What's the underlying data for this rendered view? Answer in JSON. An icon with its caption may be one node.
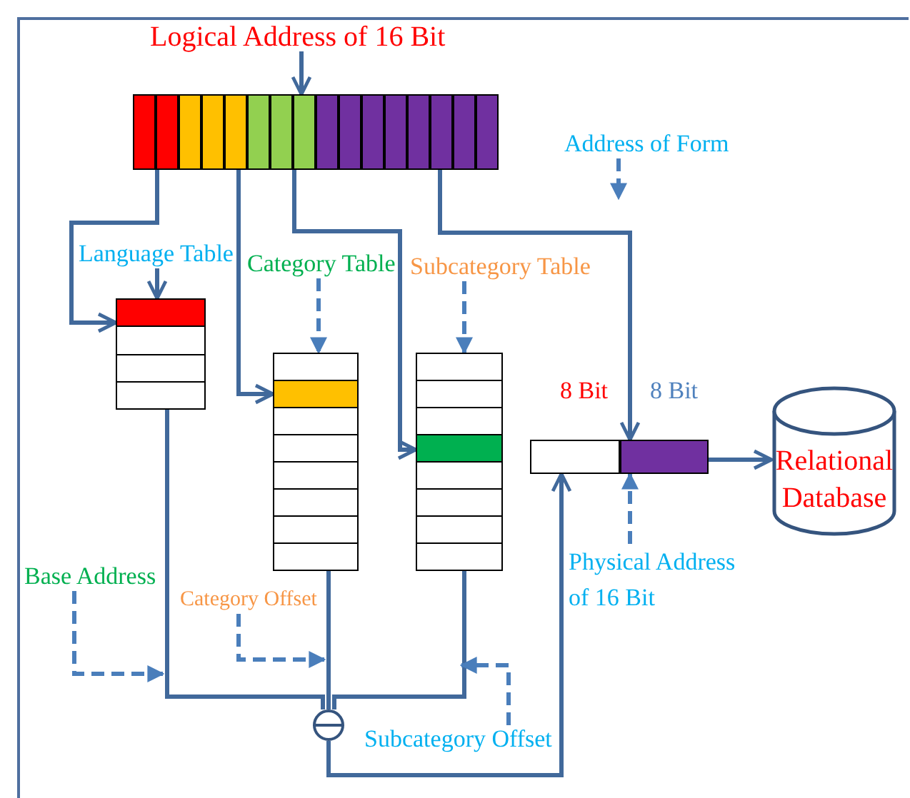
{
  "diagram": {
    "nodes": [
      {
        "text": [
          "Logical Address of 16 Bit"
        ]
      },
      {
        "text": [],
        "shape": "bar"
      },
      {
        "text": [
          "Language Table"
        ]
      },
      {
        "text": [],
        "shape": "box"
      },
      {
        "text": [
          "Category Table"
        ]
      },
      {
        "text": [],
        "shape": "box"
      },
      {
        "text": [
          "Subcategory Table"
        ]
      },
      {
        "text": [],
        "shape": "box"
      },
      {
        "text": [
          "Address of Form"
        ]
      },
      {
        "text": [],
        "shape": "bar",
        "beside": [
          "8 Bit",
          "8 Bit"
        ]
      },
      {
        "text": [
          "Relational Database"
        ]
      },
      {
        "text": [
          "Physical Address of 16 Bit"
        ]
      },
      {
        "text": [
          "Base Address"
        ]
      },
      {
        "text": [
          "Category Offset"
        ]
      },
      {
        "text": [
          "Subcategory Offset"
        ]
      },
      {
        "text": [],
        "shape": "circle"
      }
    ],
    "edges": [
      {
        "from": 0,
        "to": 1,
        "arrow": "to"
      },
      {
        "from": 1,
        "to": 3,
        "arrow": "to"
      },
      {
        "from": 1,
        "to": 5,
        "arrow": "to"
      },
      {
        "from": 1,
        "to": 7,
        "arrow": "to"
      },
      {
        "from": 1,
        "to": 9,
        "arrow": "to"
      },
      {
        "from": 2,
        "to": 3,
        "arrow": "to"
      },
      {
        "from": 4,
        "to": 5,
        "arrow": "to",
        "style": "dashed"
      },
      {
        "from": 6,
        "to": 7,
        "arrow": "to",
        "style": "dashed"
      },
      {
        "from": 8,
        "to": null,
        "arrow": "to",
        "style": "dashed"
      },
      {
        "from": 3,
        "to": 15,
        "arrow": "none"
      },
      {
        "from": 5,
        "to": 15,
        "arrow": "none"
      },
      {
        "from": 7,
        "to": 15,
        "arrow": "none"
      },
      {
        "from": 15,
        "to": 9,
        "arrow": "to"
      },
      {
        "from": 9,
        "to": 10,
        "arrow": "to"
      },
      {
        "from": 11,
        "to": 9,
        "arrow": "to",
        "style": "dashed"
      },
      {
        "from": 12,
        "to": null,
        "arrow": "to",
        "style": "dashed"
      },
      {
        "from": 13,
        "to": null,
        "arrow": "to",
        "style": "dashed"
      },
      {
        "from": 14,
        "to": null,
        "arrow": "to",
        "style": "dashed"
      }
    ]
  }
}
